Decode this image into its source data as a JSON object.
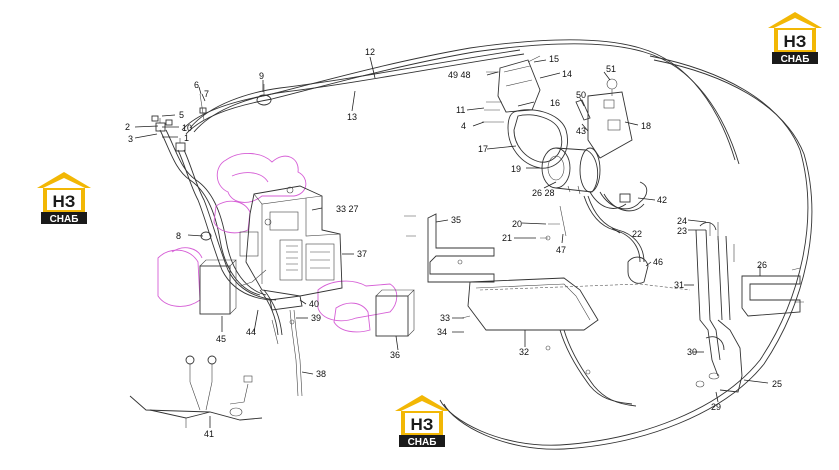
{
  "logo": {
    "mark": "НЗ",
    "text": "СНАБ",
    "roof_color": "#f2b705",
    "dark_color": "#1a1a1a"
  },
  "callouts": [
    {
      "id": "c1",
      "text": "1"
    },
    {
      "id": "c2",
      "text": "2"
    },
    {
      "id": "c3",
      "text": "3"
    },
    {
      "id": "c4",
      "text": "4"
    },
    {
      "id": "c5",
      "text": "5"
    },
    {
      "id": "c6",
      "text": "6"
    },
    {
      "id": "c7",
      "text": "7"
    },
    {
      "id": "c8",
      "text": "8"
    },
    {
      "id": "c9",
      "text": "9"
    },
    {
      "id": "c10",
      "text": "10"
    },
    {
      "id": "c11",
      "text": "11"
    },
    {
      "id": "c12",
      "text": "12"
    },
    {
      "id": "c13",
      "text": "13"
    },
    {
      "id": "c14",
      "text": "14"
    },
    {
      "id": "c15",
      "text": "15"
    },
    {
      "id": "c16",
      "text": "16"
    },
    {
      "id": "c17",
      "text": "17"
    },
    {
      "id": "c18",
      "text": "18"
    },
    {
      "id": "c19",
      "text": "19"
    },
    {
      "id": "c20",
      "text": "20"
    },
    {
      "id": "c21",
      "text": "21"
    },
    {
      "id": "c22",
      "text": "22"
    },
    {
      "id": "c23",
      "text": "23"
    },
    {
      "id": "c24",
      "text": "24"
    },
    {
      "id": "c25",
      "text": "25"
    },
    {
      "id": "c26",
      "text": "26"
    },
    {
      "id": "c2628",
      "text": "26 28"
    },
    {
      "id": "c29",
      "text": "29"
    },
    {
      "id": "c30",
      "text": "30"
    },
    {
      "id": "c31",
      "text": "31"
    },
    {
      "id": "c32",
      "text": "32"
    },
    {
      "id": "c3327",
      "text": "33 27"
    },
    {
      "id": "c33",
      "text": "33"
    },
    {
      "id": "c34",
      "text": "34"
    },
    {
      "id": "c35",
      "text": "35"
    },
    {
      "id": "c36",
      "text": "36"
    },
    {
      "id": "c37",
      "text": "37"
    },
    {
      "id": "c38",
      "text": "38"
    },
    {
      "id": "c39",
      "text": "39"
    },
    {
      "id": "c40",
      "text": "40"
    },
    {
      "id": "c41",
      "text": "41"
    },
    {
      "id": "c42",
      "text": "42"
    },
    {
      "id": "c43",
      "text": "43"
    },
    {
      "id": "c44",
      "text": "44"
    },
    {
      "id": "c45",
      "text": "45"
    },
    {
      "id": "c46",
      "text": "46"
    },
    {
      "id": "c47",
      "text": "47"
    },
    {
      "id": "c4948",
      "text": "49 48"
    },
    {
      "id": "c50",
      "text": "50"
    },
    {
      "id": "c51",
      "text": "51"
    }
  ]
}
